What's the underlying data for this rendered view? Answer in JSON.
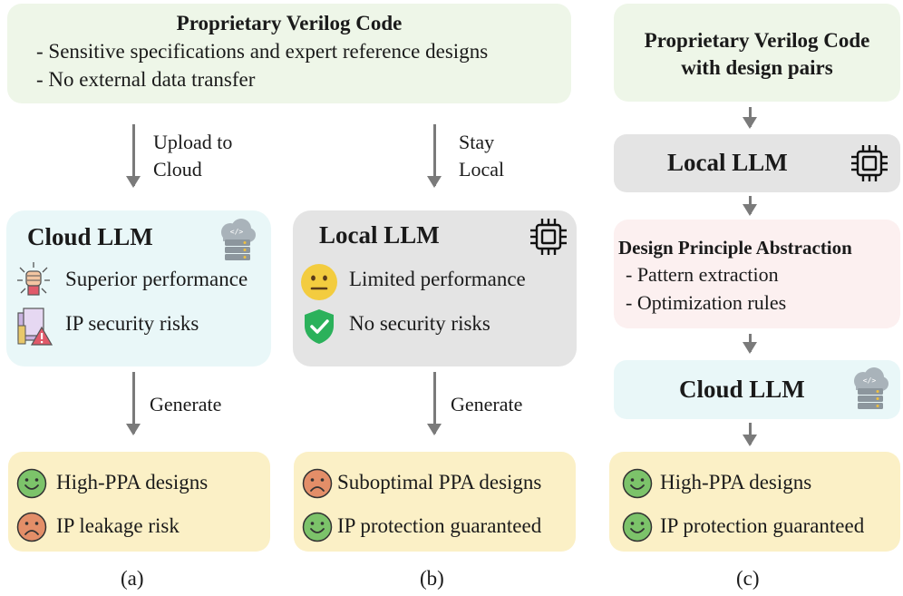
{
  "top_box": {
    "title": "Proprietary Verilog Code",
    "line1": "- Sensitive specifications and expert reference designs",
    "line2": "- No external data transfer"
  },
  "panel_a": {
    "arrow1_line1": "Upload to",
    "arrow1_line2": "Cloud",
    "llm_title": "Cloud LLM",
    "item1": "Superior performance",
    "item2": "IP security risks",
    "arrow2": "Generate",
    "out1": "High-PPA designs",
    "out2": "IP leakage risk",
    "caption": "(a)"
  },
  "panel_b": {
    "arrow1_line1": "Stay",
    "arrow1_line2": "Local",
    "llm_title": "Local LLM",
    "item1": "Limited performance",
    "item2": "No security risks",
    "arrow2": "Generate",
    "out1": "Suboptimal PPA designs",
    "out2": "IP protection guaranteed",
    "caption": "(b)"
  },
  "panel_c": {
    "top_line1": "Proprietary Verilog Code",
    "top_line2": "with design pairs",
    "local_llm": "Local LLM",
    "abstraction_title": "Design Principle Abstraction",
    "abstraction_item1": "- Pattern extraction",
    "abstraction_item2": "- Optimization rules",
    "cloud_llm": "Cloud LLM",
    "out1": "High-PPA designs",
    "out2": "IP protection guaranteed",
    "caption": "(c)"
  },
  "colors": {
    "green_box": "#eef6e8",
    "cyan_box": "#e9f7f8",
    "gray_box": "#e4e4e4",
    "pink_box": "#fcf0f0",
    "yellow_box": "#fbf0c6",
    "smile_face": "#7cc36a",
    "frown_face": "#e38e68",
    "neutral_face": "#f3cc3f",
    "shield": "#2bb15b"
  }
}
